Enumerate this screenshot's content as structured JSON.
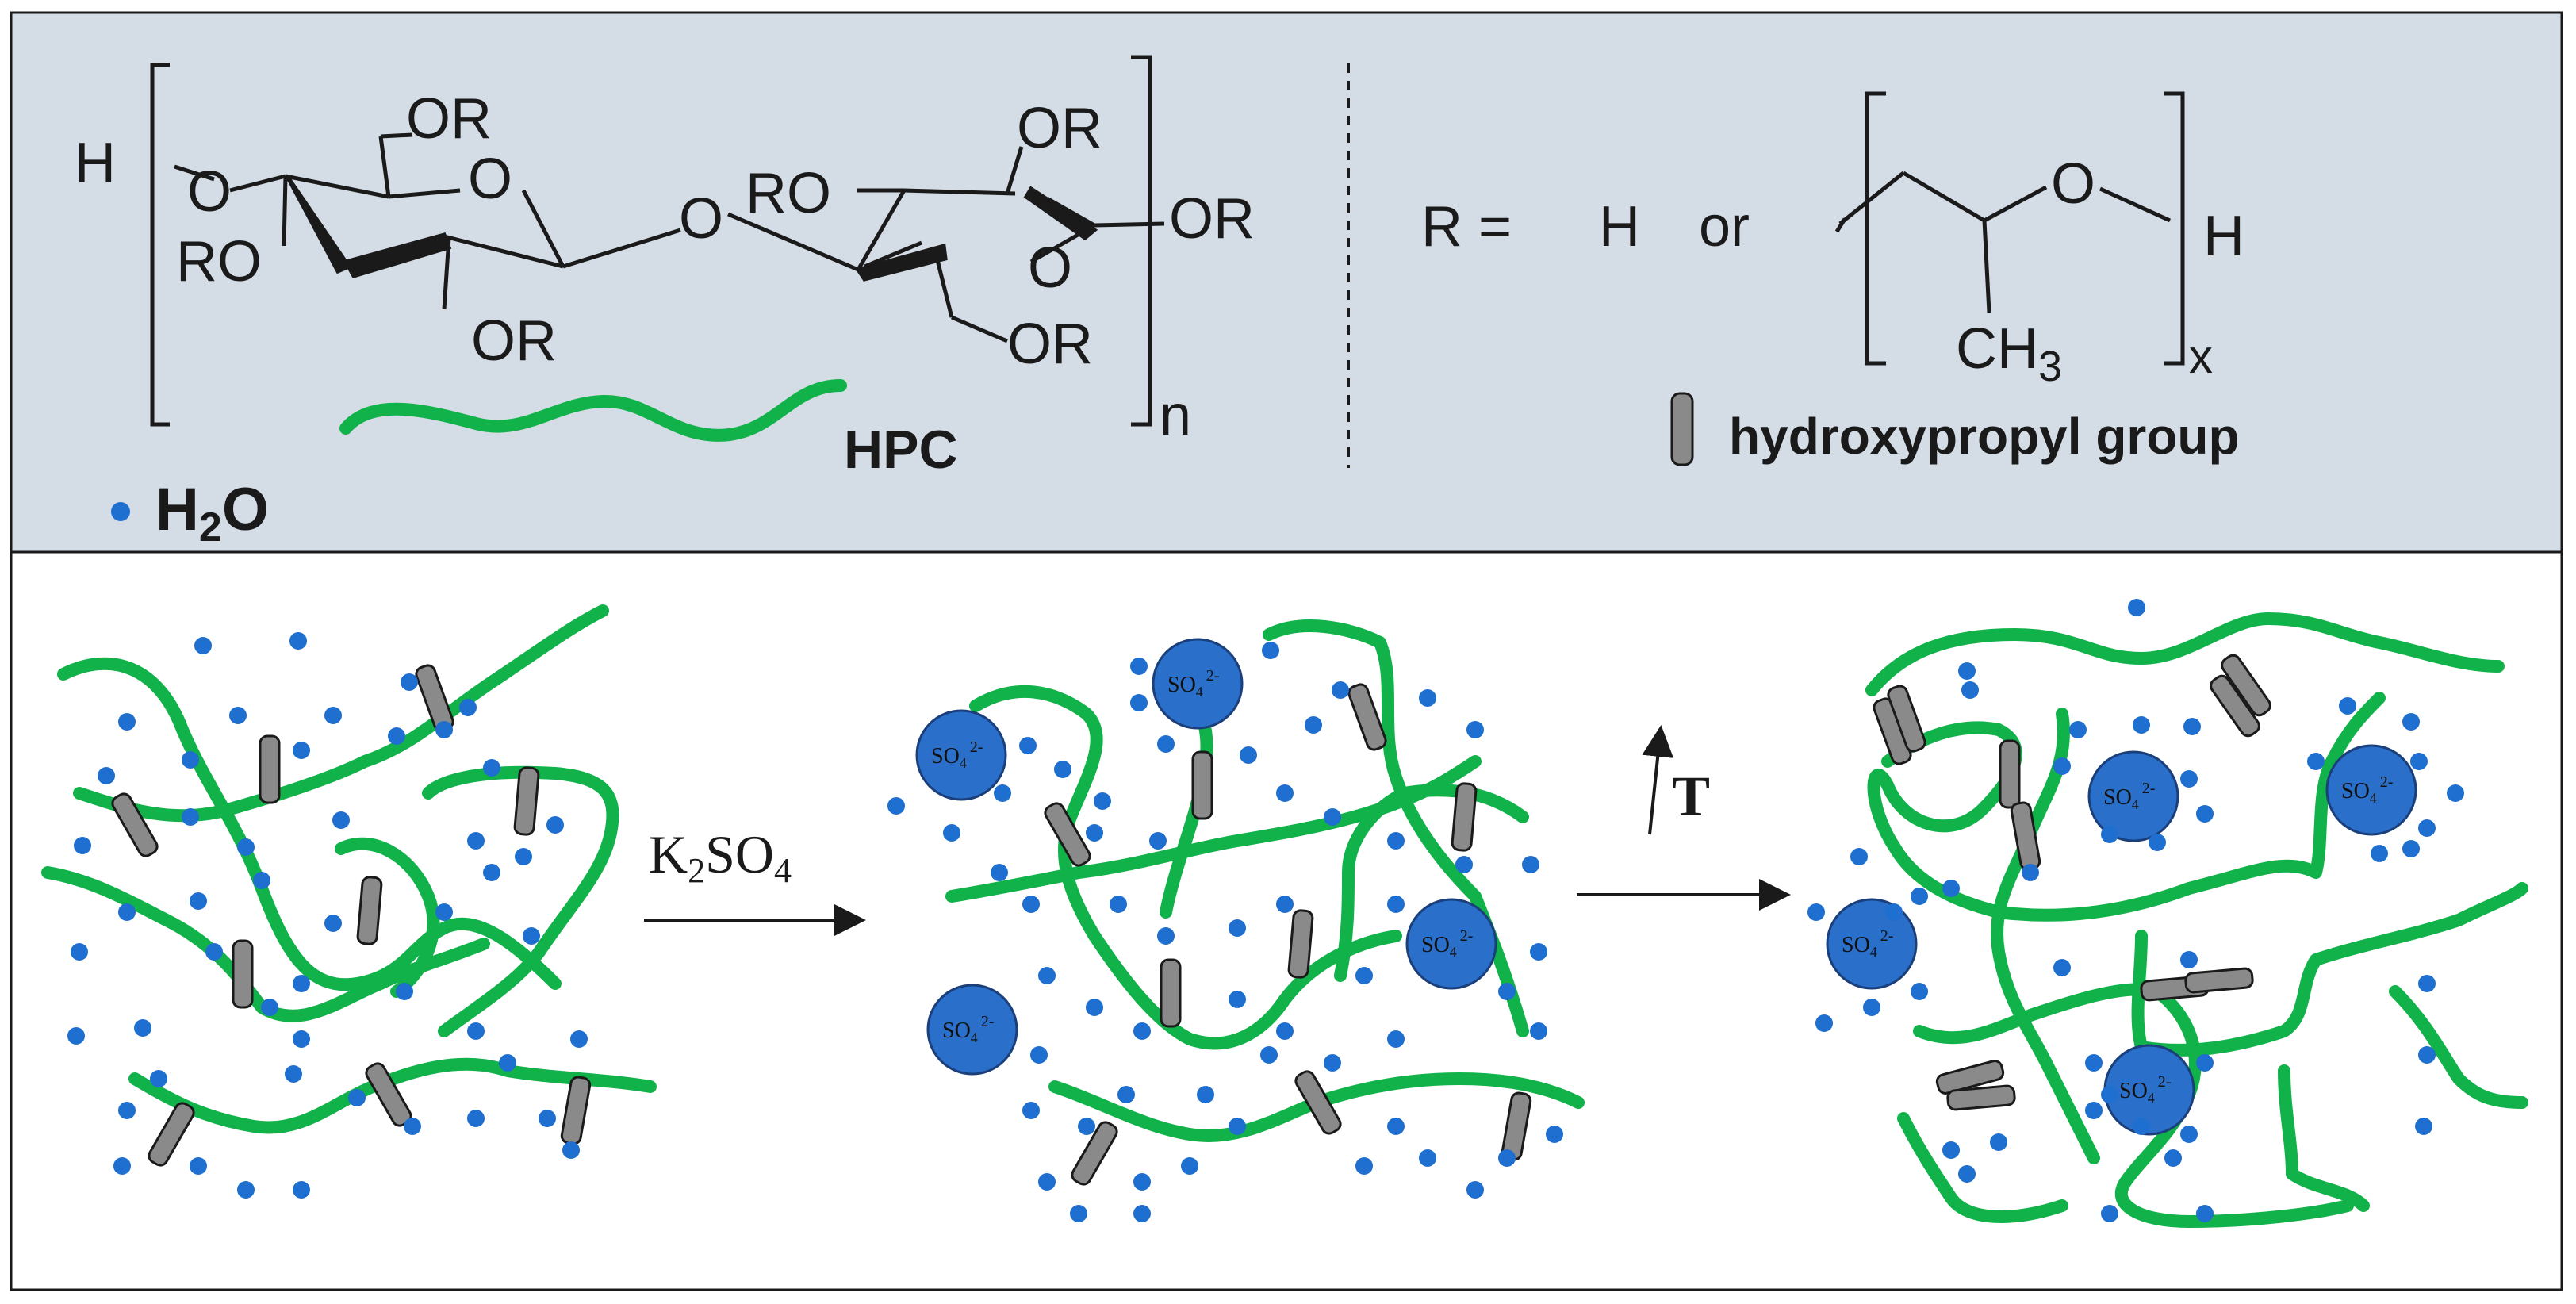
{
  "colors": {
    "header_bg": "#d4dce6",
    "chain": "#12b24a",
    "water": "#1e6fd0",
    "ion_fill": "#2a6fc9",
    "ion_stroke": "#1a3f7a",
    "group_fill": "#8a8a8a",
    "line": "#1a1a1a"
  },
  "top": {
    "structure": {
      "h_end": "H",
      "o_link": "O",
      "ring_o_left": "O",
      "ring_o_right": "O",
      "or_groups": [
        "OR",
        "RO",
        "OR",
        "RO",
        "OR",
        "OR",
        "OR"
      ],
      "repeat_n": "n"
    },
    "r_def": {
      "r_equals": "R =",
      "h_option": "H",
      "or_word": "or",
      "o_atom": "O",
      "h_end": "H",
      "ch3_main": "CH",
      "ch3_sub": "3",
      "x_sub": "x"
    },
    "legend": {
      "hpc_label": "HPC",
      "water_main": "H",
      "water_sub": "2",
      "water_tail": "O",
      "group_label": "hydroxypropyl group"
    }
  },
  "bottom": {
    "arrow1_main": "K",
    "arrow1_sub1": "2",
    "arrow1_mid": "SO",
    "arrow1_sub2": "4",
    "arrow2_label": "T",
    "ion_main": "SO",
    "ion_sub": "4",
    "ion_charge": "2-"
  }
}
